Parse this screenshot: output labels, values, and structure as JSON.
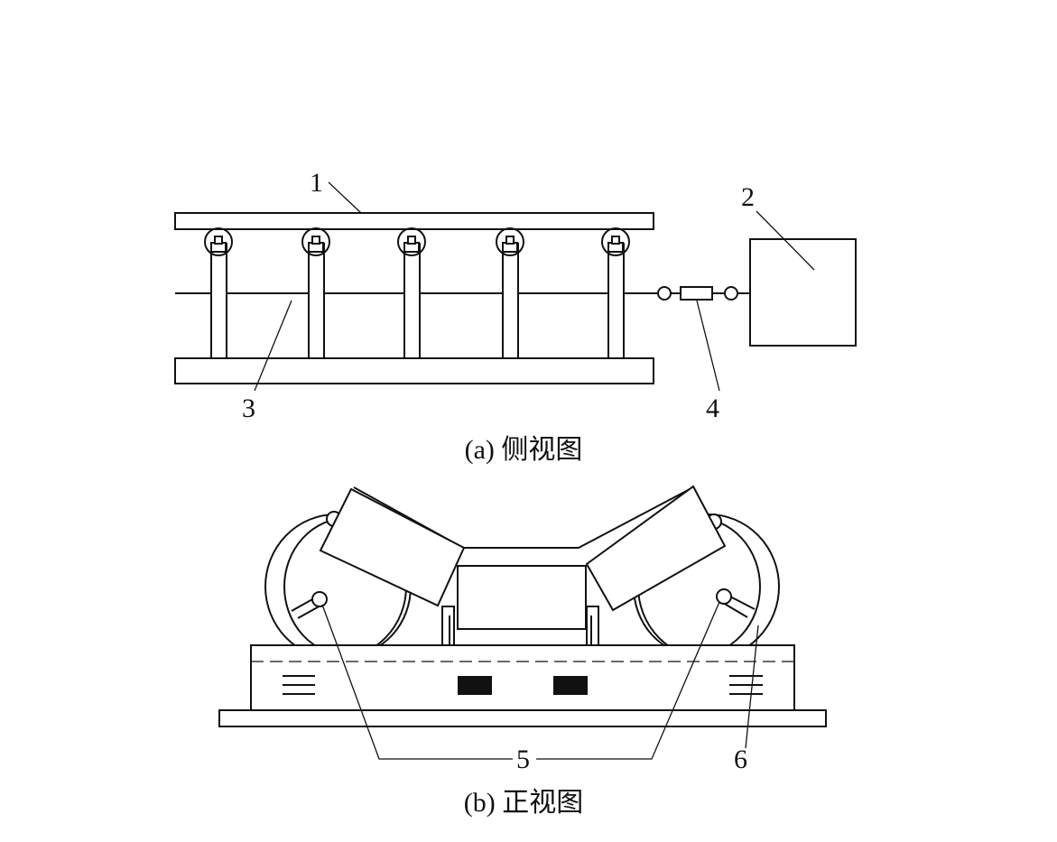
{
  "labels": {
    "belt": "1",
    "box": "2",
    "cable": "3",
    "resistor": "4",
    "pivots": "5",
    "side": "6"
  },
  "captions": {
    "side_view": "(a) 侧视图",
    "front_view": "(b) 正视图"
  }
}
